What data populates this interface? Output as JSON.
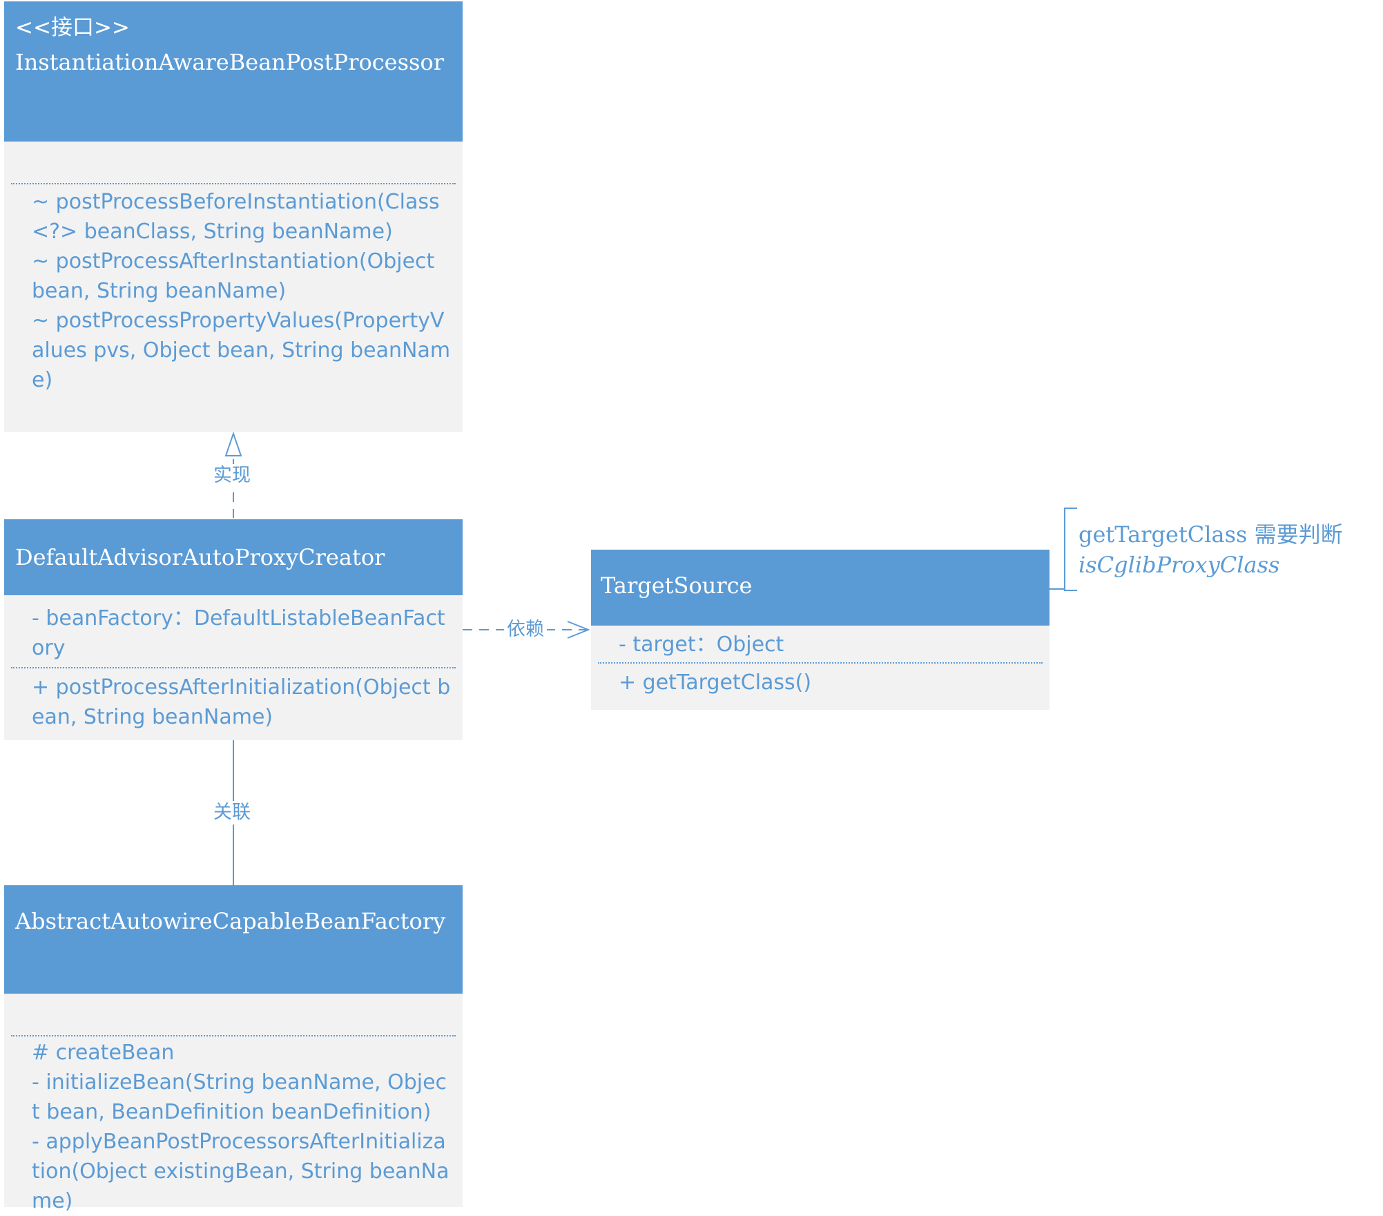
{
  "interface_box": {
    "stereotype": "<<接口>>",
    "name": "InstantiationAwareBeanPostProcessor",
    "methods": [
      "~ postProcessBeforeInstantiation(Class<?> beanClass, String beanName)",
      "~ postProcessAfterInstantiation(Object bean, String beanName)",
      "~ postProcessPropertyValues(PropertyValues pvs, Object bean, String beanName)"
    ]
  },
  "creator_box": {
    "name": "DefaultAdvisorAutoProxyCreator",
    "attributes": [
      "- beanFactory：DefaultListableBeanFactory"
    ],
    "methods": [
      "+ postProcessAfterInitialization(Object bean, String beanName)"
    ]
  },
  "factory_box": {
    "name": "AbstractAutowireCapableBeanFactory",
    "methods": [
      "# createBean",
      "- initializeBean(String beanName, Object bean, BeanDefinition beanDefinition)",
      "- applyBeanPostProcessorsAfterInitialization(Object existingBean, String beanName)"
    ]
  },
  "target_box": {
    "name": "TargetSource",
    "attributes": [
      "- target：Object"
    ],
    "methods": [
      "+ getTargetClass()"
    ]
  },
  "connectors": {
    "realize_label": "实现",
    "depend_label": "依赖",
    "assoc_label": "关联"
  },
  "note": {
    "line1": "getTargetClass 需要判断",
    "line2": "isCglibProxyClass"
  },
  "colors": {
    "header_fill": "#5b9bd5",
    "body_fill": "#f2f2f2",
    "text": "#5b9bd5"
  }
}
